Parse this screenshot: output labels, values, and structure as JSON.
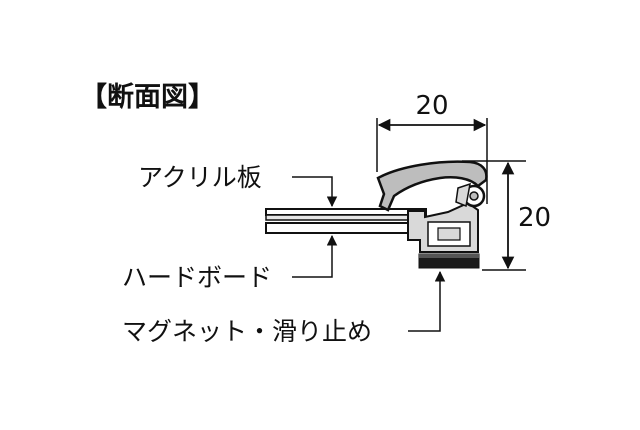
{
  "title": "【断面図】",
  "labels": {
    "acrylic": "アクリル板",
    "hardboard": "ハードボード",
    "magnet": "マグネット・滑り止め"
  },
  "dimensions": {
    "width": "20",
    "height": "20"
  }
}
